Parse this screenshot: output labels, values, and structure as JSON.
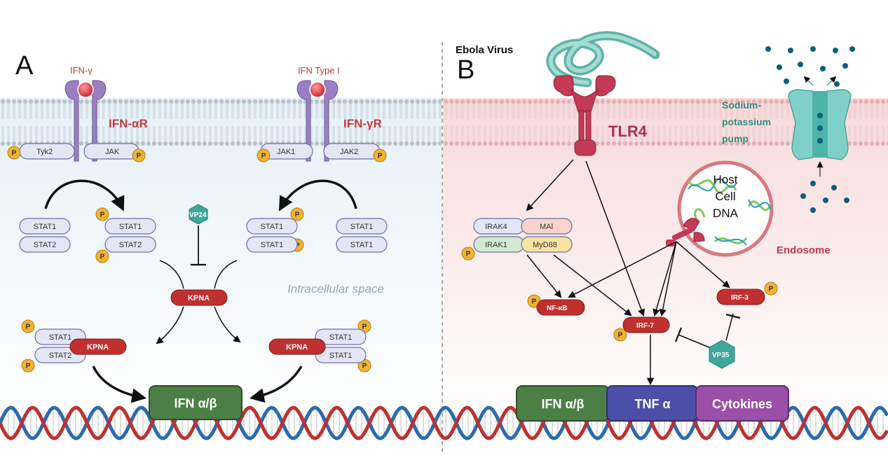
{
  "panel_a": {
    "letter": "A",
    "ligand_left": "IFN-γ",
    "ligand_right": "IFN Type I",
    "receptor_left": "IFN-αR",
    "receptor_right": "IFN-γR",
    "kinases": [
      "Tyk2",
      "JAK",
      "JAK1",
      "JAK2"
    ],
    "stat_labels": {
      "stat1": "STAT1",
      "stat2": "STAT2"
    },
    "phospho": "P",
    "inhibitor": "VP24",
    "kpna": "KPNA",
    "region_label": "Intracellular space",
    "gene": "IFN α/β"
  },
  "panel_b": {
    "letter": "B",
    "virus": "Ebola Virus",
    "receptor": "TLR4",
    "pump": [
      "Sodium-",
      "potassium",
      "pump"
    ],
    "adaptors": [
      "IRAK4",
      "MAl",
      "IRAK1",
      "MyD88"
    ],
    "endosome_content": [
      "Host",
      "Cell",
      "DNA"
    ],
    "endosome": "Endosome",
    "factors": [
      "NF-κB",
      "IRF-7",
      "IRF-3"
    ],
    "inhibitor": "VP35",
    "genes": [
      "IFN α/β",
      "TNF α",
      "Cytokines"
    ]
  },
  "colors": {
    "cytoplasm_a": "#dceef8",
    "cytoplasm_b": "#f8dcdc",
    "receptor_a": "#9b7fc4",
    "receptor_b": "#c43a55",
    "kpna": "#c0302f",
    "phospho": "#f0b232",
    "gene_green": "#4c7f45",
    "gene_blue": "#4b50a6",
    "gene_purple": "#9a4fa8",
    "dna_red": "#c0302f",
    "dna_blue": "#2a6ab0",
    "vp": "#3fa89a"
  }
}
